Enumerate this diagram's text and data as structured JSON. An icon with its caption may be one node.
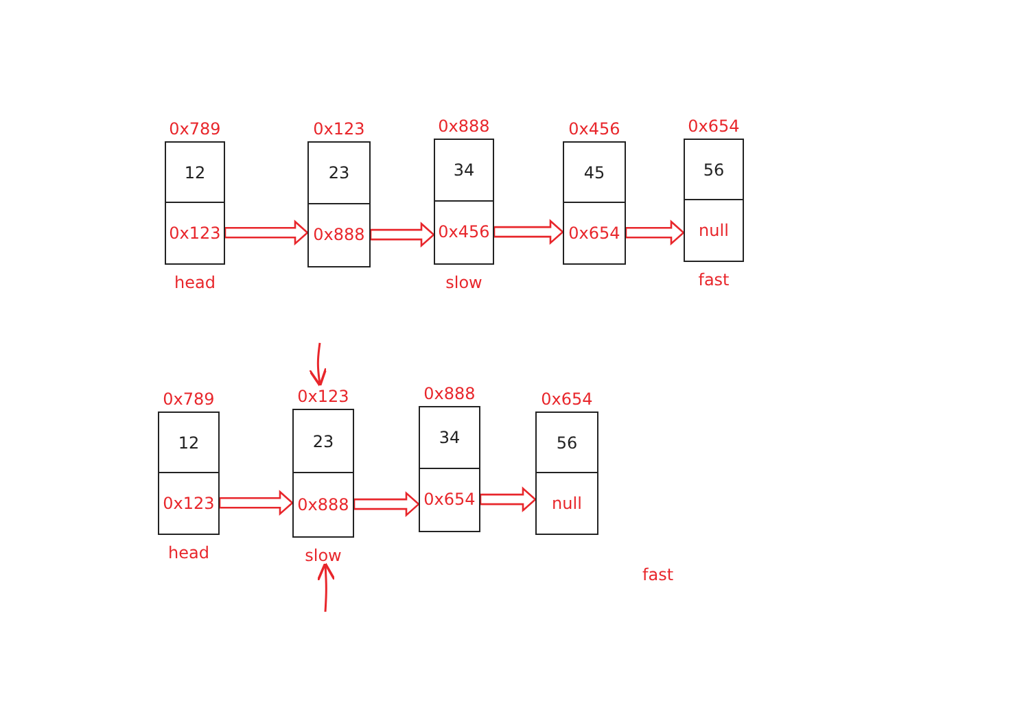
{
  "diagram": {
    "nodes": [
      {
        "text": [
          "0x789",
          "12",
          "0x123"
        ],
        "beside": [
          "head"
        ]
      },
      {
        "text": [
          "0x123",
          "23",
          "0x888"
        ]
      },
      {
        "text": [
          "0x888",
          "34",
          "0x456"
        ],
        "beside": [
          "slow"
        ]
      },
      {
        "text": [
          "0x456",
          "45",
          "0x654"
        ]
      },
      {
        "text": [
          "0x654",
          "56",
          "null"
        ],
        "beside": [
          "fast"
        ]
      },
      {
        "text": [
          "0x789",
          "12",
          "0x123"
        ],
        "beside": [
          "head"
        ]
      },
      {
        "text": [
          "0x123",
          "23",
          "0x888"
        ],
        "beside": [
          "slow"
        ]
      },
      {
        "text": [
          "0x888",
          "34",
          "0x654"
        ]
      },
      {
        "text": [
          "0x654",
          "56",
          "null"
        ]
      }
    ],
    "edges": [
      {
        "from": 0,
        "to": 1,
        "arrow": "to"
      },
      {
        "from": 1,
        "to": 2,
        "arrow": "to"
      },
      {
        "from": 2,
        "to": 3,
        "arrow": "to"
      },
      {
        "from": 3,
        "to": 4,
        "arrow": "to"
      },
      {
        "from": 5,
        "to": 6,
        "arrow": "to"
      },
      {
        "from": 6,
        "to": 7,
        "arrow": "to"
      },
      {
        "from": 7,
        "to": 8,
        "arrow": "to"
      },
      {
        "from": null,
        "to": 6,
        "arrow": "to"
      },
      {
        "from": null,
        "to": 6,
        "arrow": "to"
      }
    ],
    "labels": [
      "fast"
    ]
  }
}
